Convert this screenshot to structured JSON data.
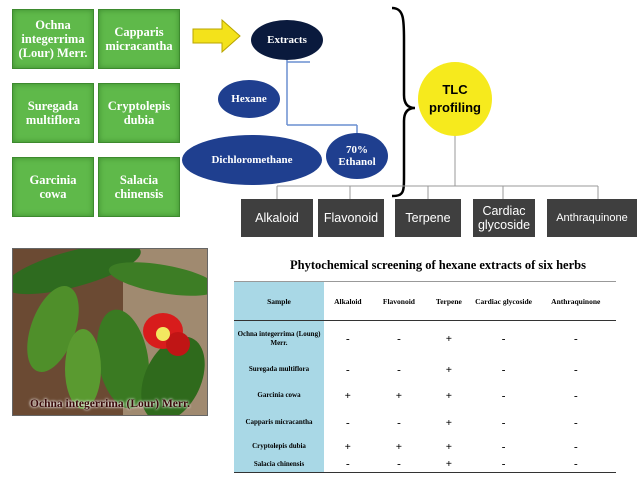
{
  "herbs": [
    {
      "label": "Ochna integerrima (Lour) Merr."
    },
    {
      "label": "Capparis micracantha"
    },
    {
      "label": "Suregada multiflora"
    },
    {
      "label": "Cryptolepis dubia"
    },
    {
      "label": "Garcinia cowa"
    },
    {
      "label": "Salacia chinensis"
    }
  ],
  "extracts": {
    "root": "Extracts",
    "solvents": [
      "Hexane",
      "Dichloromethane",
      "70% Ethanol"
    ]
  },
  "tlc": "TLC profiling",
  "classes": [
    "Alkaloid",
    "Flavonoid",
    "Terpene",
    "Cardiac glycoside",
    "Anthraquinone"
  ],
  "photo_caption": "Ochna integerrima (Lour) Merr.",
  "table": {
    "title": "Phytochemical screening of hexane extracts of six herbs",
    "headers": [
      "Sample",
      "Alkaloid",
      "Flavonoid",
      "Terpene",
      "Cardiac glycoside",
      "Anthraquinone"
    ],
    "rows": [
      {
        "sample": "Ochna integerrima (Loung) Merr.",
        "values": [
          "-",
          "-",
          "+",
          "-",
          "-"
        ]
      },
      {
        "sample": "Suregada multiflora",
        "values": [
          "-",
          "-",
          "+",
          "-",
          "-"
        ]
      },
      {
        "sample": "Garcinia cowa",
        "values": [
          "+",
          "+",
          "+",
          "-",
          "-"
        ]
      },
      {
        "sample": "Capparis micracantha",
        "values": [
          "-",
          "-",
          "+",
          "-",
          "-"
        ]
      },
      {
        "sample": "Cryptolepis dubia",
        "values": [
          "+",
          "+",
          "+",
          "-",
          "-"
        ]
      },
      {
        "sample": "Salacia chinensis",
        "values": [
          "-",
          "-",
          "+",
          "-",
          "-"
        ]
      }
    ]
  },
  "colors": {
    "herb_box": "#5fb94a",
    "oval": "#1f3f8f",
    "tlc": "#f6ea1d",
    "class_box": "#3f3f3f",
    "sample_col": "#a9d8e6",
    "arrow": "#f3e21b"
  }
}
